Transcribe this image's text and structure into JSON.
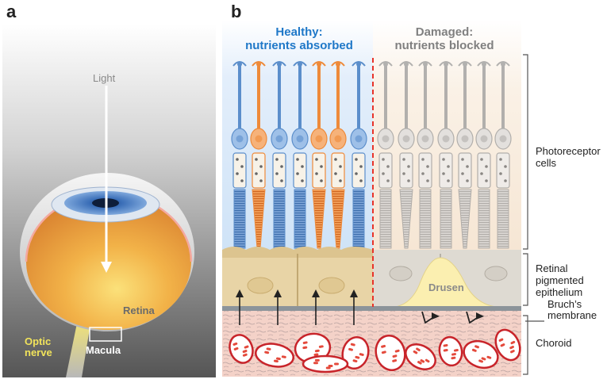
{
  "panel_a": {
    "letter": "a",
    "light_label": "Light",
    "retina_label": "Retina",
    "macula_label": "Macula",
    "optic_nerve_label_line1": "Optic",
    "optic_nerve_label_line2": "nerve"
  },
  "panel_b": {
    "letter": "b",
    "healthy_header_line1": "Healthy:",
    "healthy_header_line2": "nutrients absorbed",
    "damaged_header_line1": "Damaged:",
    "damaged_header_line2": "nutrients blocked",
    "drusen_label": "Drusen",
    "layers": {
      "photoreceptor_line1": "Photoreceptor",
      "photoreceptor_line2": "cells",
      "rpe_line1": "Retinal",
      "rpe_line2": "pigmented",
      "rpe_line3": "epithelium",
      "bruch_line1": "Bruch’s",
      "bruch_line2": "membrane",
      "choroid": "Choroid"
    }
  },
  "colors": {
    "healthy_blue": "#1f78c8",
    "damaged_gray": "#808080",
    "rod_blue": "#5b8ecb",
    "cone_orange": "#ee8a3a",
    "divider_red": "#e8332a",
    "choroid_red": "#c8242a",
    "drusen_yellow": "#fbefb0",
    "optic_yellow": "#f1e35b"
  }
}
